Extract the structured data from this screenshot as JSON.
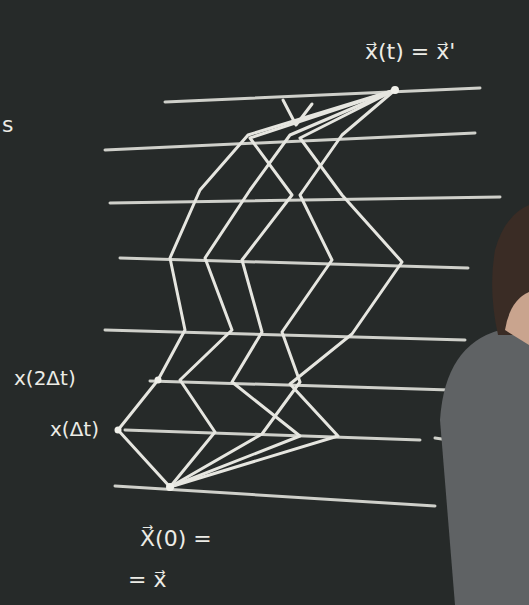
{
  "diagram": {
    "labels": [
      "x⃗(t) = x⃗'",
      "s",
      "x(2Δt)",
      "x(Δt)",
      "X⃗(0) =",
      "= x⃗"
    ]
  }
}
